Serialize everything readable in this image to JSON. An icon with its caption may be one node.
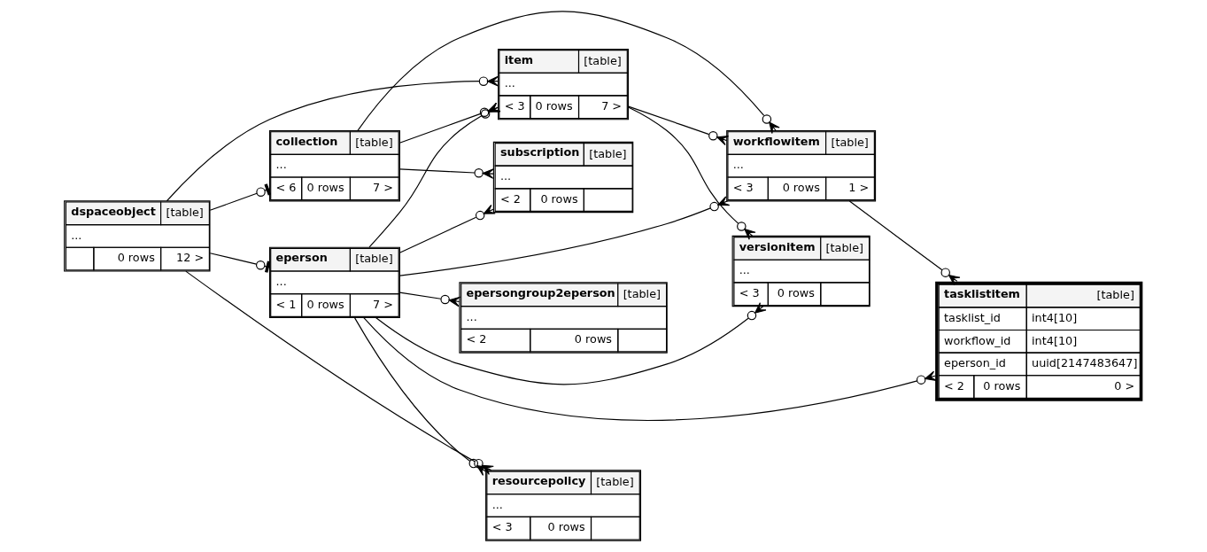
{
  "diagram": {
    "nodes": [
      {
        "text": [
          "dspaceobject",
          "[table]",
          "...",
          "0 rows",
          "12 >"
        ]
      },
      {
        "text": [
          "item",
          "[table]",
          "...",
          "< 3",
          "0 rows",
          "7 >"
        ]
      },
      {
        "text": [
          "collection",
          "[table]",
          "...",
          "< 6",
          "0 rows",
          "7 >"
        ]
      },
      {
        "text": [
          "subscription",
          "[table]",
          "...",
          "< 2",
          "0 rows"
        ]
      },
      {
        "text": [
          "workflowitem",
          "[table]",
          "...",
          "< 3",
          "0 rows",
          "1 >"
        ]
      },
      {
        "text": [
          "eperson",
          "[table]",
          "...",
          "< 1",
          "0 rows",
          "7 >"
        ]
      },
      {
        "text": [
          "versionitem",
          "[table]",
          "...",
          "< 3",
          "0 rows"
        ]
      },
      {
        "text": [
          "tasklistitem",
          "[table]",
          "tasklist_id",
          "int4[10]",
          "workflow_id",
          "int4[10]",
          "eperson_id",
          "uuid[2147483647]",
          "< 2",
          "0 rows",
          "0 >"
        ]
      },
      {
        "text": [
          "epersongroup2eperson",
          "[table]",
          "...",
          "< 2",
          "0 rows"
        ]
      },
      {
        "text": [
          "resourcepolicy",
          "[table]",
          "...",
          "< 3",
          "0 rows"
        ]
      }
    ],
    "edges": [
      {
        "from": 0,
        "to": 2,
        "arrow": "other"
      },
      {
        "from": 0,
        "to": 5,
        "arrow": "other"
      },
      {
        "from": 0,
        "to": 1,
        "arrow": "other"
      },
      {
        "from": 0,
        "to": 9,
        "arrow": "other"
      },
      {
        "from": 2,
        "to": 1,
        "arrow": "other"
      },
      {
        "from": 2,
        "to": 3,
        "arrow": "other"
      },
      {
        "from": 2,
        "to": 4,
        "arrow": "other"
      },
      {
        "from": 5,
        "to": 1,
        "arrow": "other"
      },
      {
        "from": 5,
        "to": 3,
        "arrow": "other"
      },
      {
        "from": 5,
        "to": 4,
        "arrow": "other"
      },
      {
        "from": 5,
        "to": 6,
        "arrow": "other"
      },
      {
        "from": 5,
        "to": 7,
        "arrow": "other"
      },
      {
        "from": 5,
        "to": 8,
        "arrow": "other"
      },
      {
        "from": 5,
        "to": 9,
        "arrow": "other"
      },
      {
        "from": 1,
        "to": 4,
        "arrow": "other"
      },
      {
        "from": 1,
        "to": 6,
        "arrow": "other"
      },
      {
        "from": 4,
        "to": 7,
        "arrow": "other"
      }
    ]
  }
}
